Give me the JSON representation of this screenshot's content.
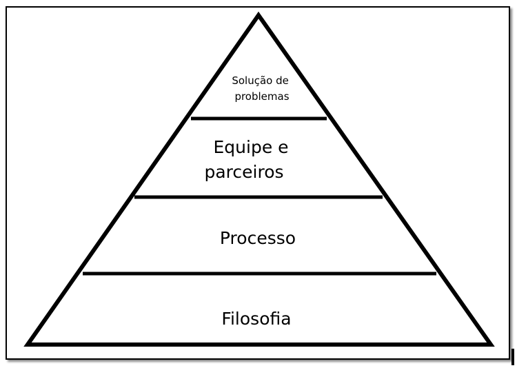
{
  "diagram": {
    "levels": [
      {
        "lines": [
          "Solução de",
          "problemas"
        ]
      },
      {
        "lines": [
          "Equipe e",
          "parceiros"
        ]
      },
      {
        "lines": [
          "Processo"
        ]
      },
      {
        "lines": [
          "Filosofia"
        ]
      }
    ],
    "colors": {
      "stroke": "#000000",
      "fill": "#ffffff"
    }
  }
}
